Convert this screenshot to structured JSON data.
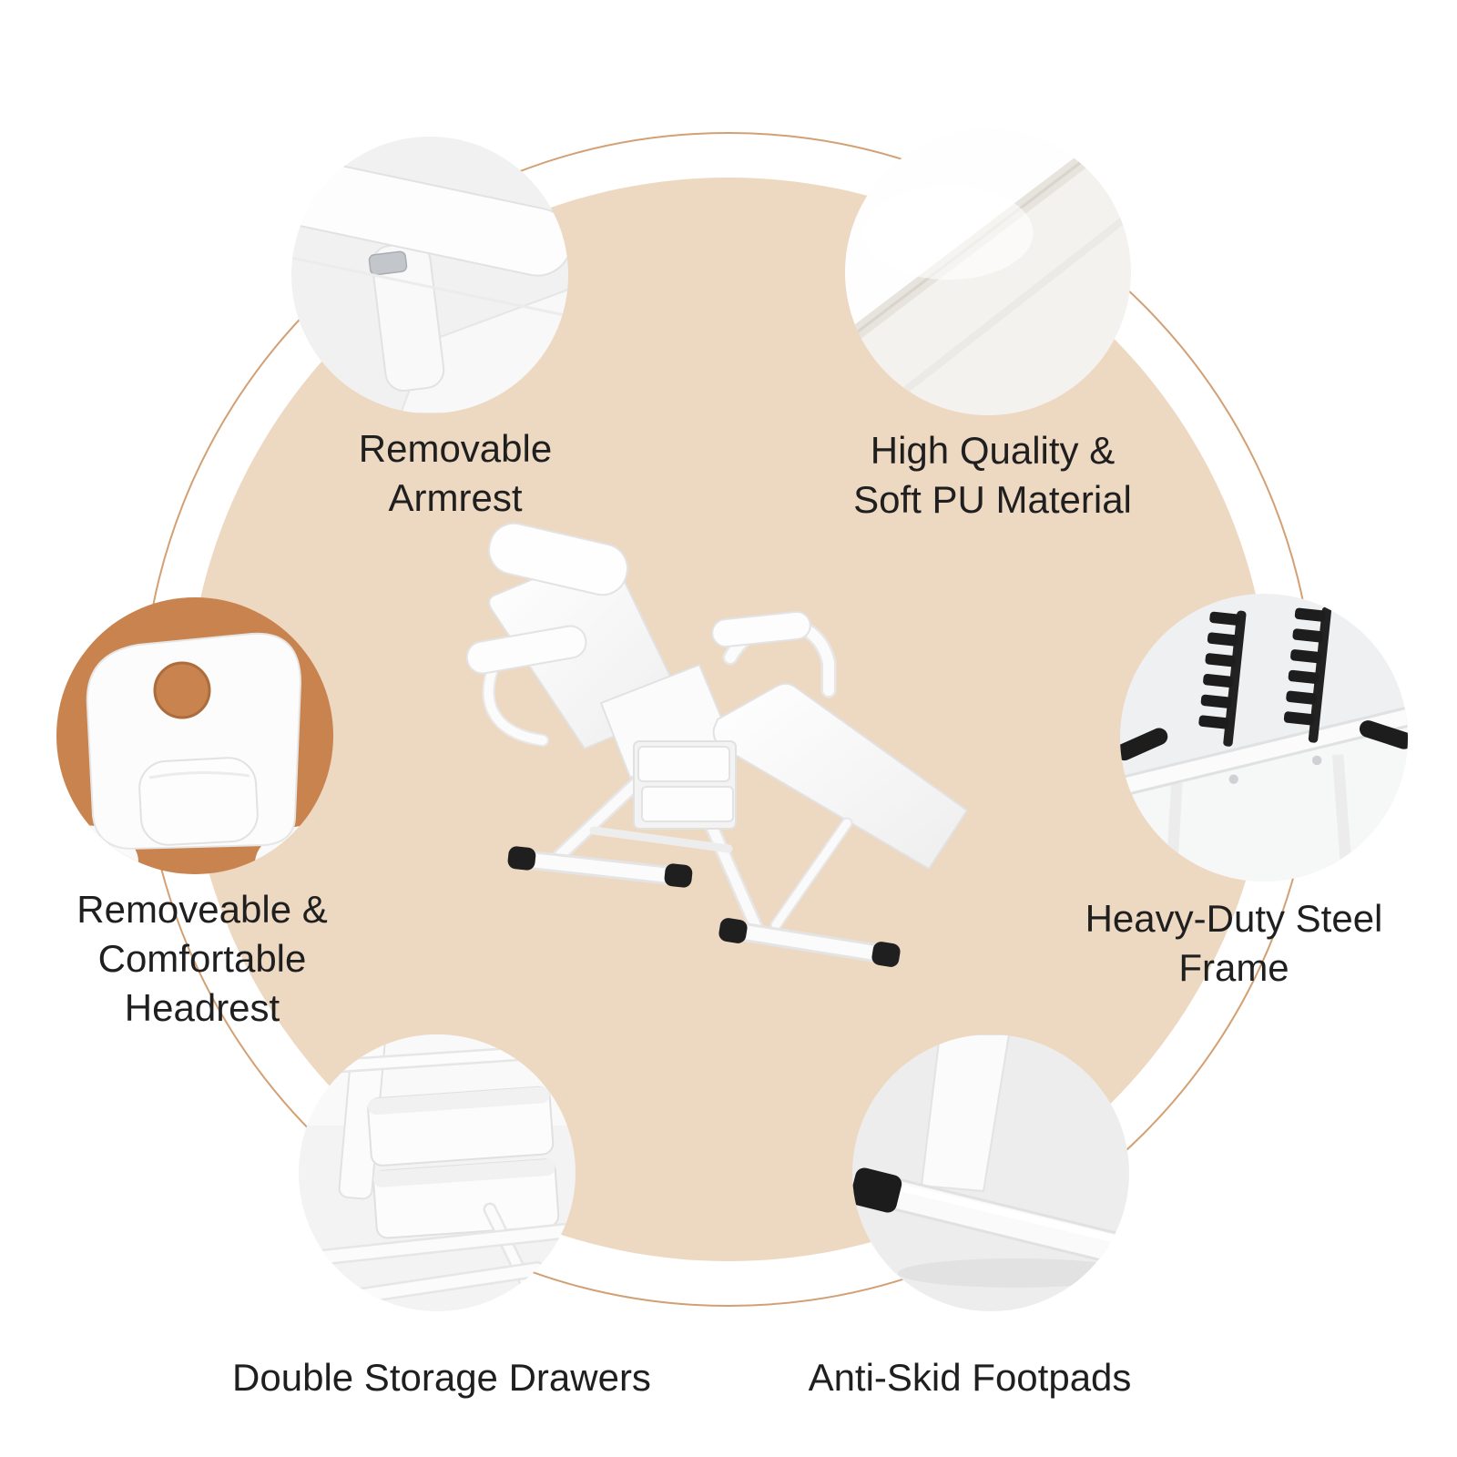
{
  "colors": {
    "beige-circle": "#EDD8C2",
    "ring": "#D3A074",
    "tan": "#C8834E",
    "text": "#1F1F1F"
  },
  "center_image": "white-facial-massage-bed-chair",
  "features": [
    {
      "id": "removable-armrest",
      "image": "armrest-closeup-photo",
      "label_lines": [
        "Removable",
        "Armrest"
      ]
    },
    {
      "id": "soft-pu-material",
      "image": "pu-leather-closeup-photo",
      "label_lines": [
        "High Quality &",
        "Soft PU Material"
      ]
    },
    {
      "id": "comfortable-headrest",
      "image": "headrest-closeup-photo",
      "label_lines": [
        "Removeable &",
        "Comfortable",
        "Headrest"
      ]
    },
    {
      "id": "steel-frame",
      "image": "steel-frame-closeup-photo",
      "label_lines": [
        "Heavy-Duty Steel",
        "Frame"
      ]
    },
    {
      "id": "storage-drawers",
      "image": "storage-drawers-closeup-photo",
      "label_lines": [
        "Double Storage Drawers"
      ]
    },
    {
      "id": "anti-skid-footpads",
      "image": "footpad-closeup-photo",
      "label_lines": [
        "Anti-Skid Footpads"
      ]
    }
  ]
}
